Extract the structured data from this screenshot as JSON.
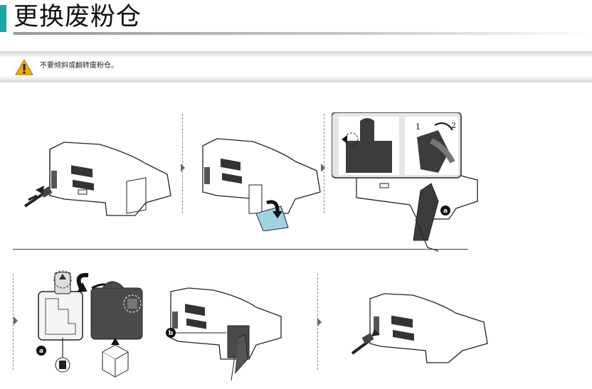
{
  "page": {
    "title": "更换废粉仓",
    "accent_color": "#1aa6a6"
  },
  "warning": {
    "icon": "warning-triangle-icon",
    "text": "不要倾斜或翻转废粉仓。",
    "icon_color": "#f2a900"
  },
  "callouts": {
    "a": "a",
    "b": "b",
    "one": "1",
    "two": "2"
  }
}
